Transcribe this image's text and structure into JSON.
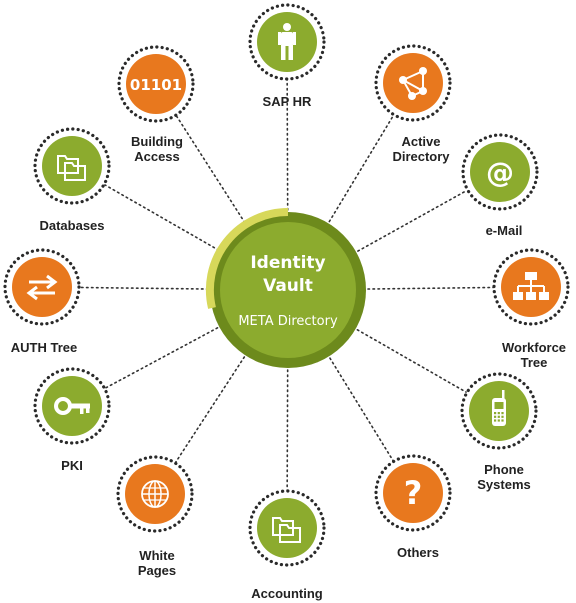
{
  "colors": {
    "green": "#8cab2e",
    "green_dark": "#6d8a1c",
    "orange": "#e8781e",
    "hub_ring": "#d7d85a",
    "dots": "#333333"
  },
  "hub": {
    "title_line1": "Identity",
    "title_line2": "Vault",
    "subtitle": "META Directory"
  },
  "nodes": [
    {
      "id": "sap-hr",
      "label_lines": [
        "SAP HR"
      ],
      "color": "green",
      "icon": "person-icon"
    },
    {
      "id": "active-directory",
      "label_lines": [
        "Active",
        "Directory"
      ],
      "color": "orange",
      "icon": "network-icon"
    },
    {
      "id": "email",
      "label_lines": [
        "e-Mail"
      ],
      "color": "green",
      "icon": "at-sign-icon"
    },
    {
      "id": "workforce-tree",
      "label_lines": [
        "Workforce",
        "Tree"
      ],
      "color": "orange",
      "icon": "org-chart-icon"
    },
    {
      "id": "phone-systems",
      "label_lines": [
        "Phone",
        "Systems"
      ],
      "color": "green",
      "icon": "mobile-phone-icon"
    },
    {
      "id": "others",
      "label_lines": [
        "Others"
      ],
      "color": "orange",
      "icon": "question-mark-icon"
    },
    {
      "id": "accounting",
      "label_lines": [
        "Accounting"
      ],
      "color": "green",
      "icon": "folders-icon"
    },
    {
      "id": "white-pages",
      "label_lines": [
        "White",
        "Pages"
      ],
      "color": "orange",
      "icon": "globe-icon"
    },
    {
      "id": "pki",
      "label_lines": [
        "PKI"
      ],
      "color": "green",
      "icon": "key-icon"
    },
    {
      "id": "auth-tree",
      "label_lines": [
        "AUTH Tree"
      ],
      "color": "orange",
      "icon": "exchange-arrows-icon"
    },
    {
      "id": "databases",
      "label_lines": [
        "Databases"
      ],
      "color": "green",
      "icon": "folders-icon"
    },
    {
      "id": "building-access",
      "label_lines": [
        "Building",
        "Access"
      ],
      "color": "orange",
      "icon": "binary-icon",
      "icon_text": "01101"
    }
  ]
}
